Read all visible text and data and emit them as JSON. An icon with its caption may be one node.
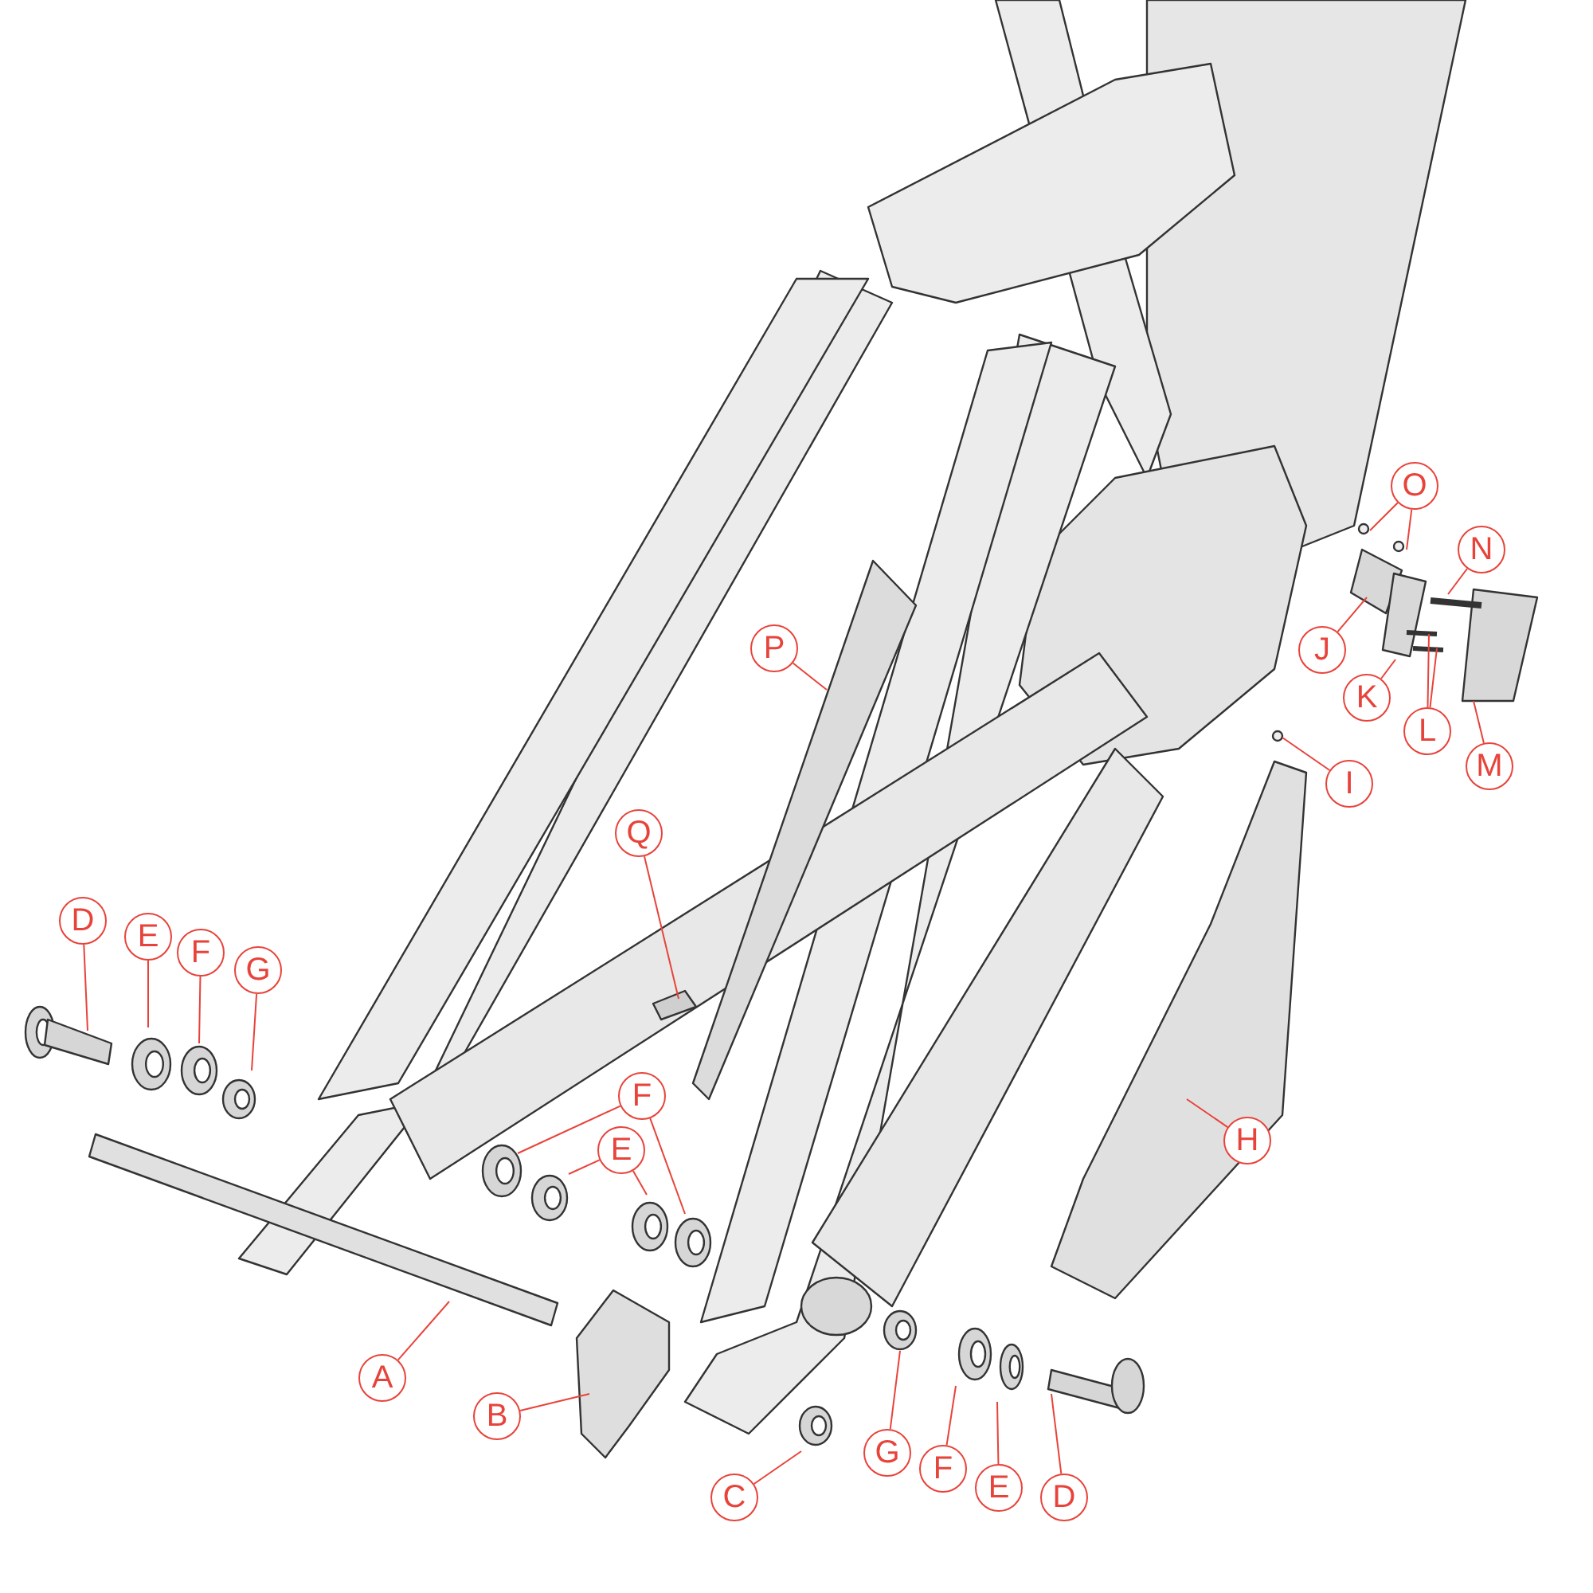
{
  "diagram": {
    "nodes": [
      {
        "text": [
          "O"
        ]
      },
      {
        "text": [
          "N"
        ]
      },
      {
        "text": [
          "P"
        ]
      },
      {
        "text": [
          "J"
        ]
      },
      {
        "text": [
          "K"
        ]
      },
      {
        "text": [
          "L"
        ]
      },
      {
        "text": [
          "M"
        ]
      },
      {
        "text": [
          "I"
        ]
      },
      {
        "text": [
          "Q"
        ]
      },
      {
        "text": [
          "D"
        ]
      },
      {
        "text": [
          "E"
        ]
      },
      {
        "text": [
          "F"
        ]
      },
      {
        "text": [
          "G"
        ]
      },
      {
        "text": [
          "F"
        ]
      },
      {
        "text": [
          "H"
        ]
      },
      {
        "text": [
          "E"
        ]
      },
      {
        "text": [
          "A"
        ]
      },
      {
        "text": [
          "B"
        ]
      },
      {
        "text": [
          "G"
        ]
      },
      {
        "text": [
          "F"
        ]
      },
      {
        "text": [
          "E"
        ]
      },
      {
        "text": [
          "C"
        ]
      },
      {
        "text": [
          "D"
        ]
      }
    ],
    "edges": [
      {
        "from": 0,
        "to": null,
        "arrow": "none"
      },
      {
        "from": 0,
        "to": null,
        "arrow": "none"
      },
      {
        "from": 1,
        "to": null,
        "arrow": "none"
      },
      {
        "from": 2,
        "to": null,
        "arrow": "none"
      },
      {
        "from": 3,
        "to": null,
        "arrow": "none"
      },
      {
        "from": 4,
        "to": null,
        "arrow": "none"
      },
      {
        "from": 5,
        "to": null,
        "arrow": "none"
      },
      {
        "from": 5,
        "to": null,
        "arrow": "none"
      },
      {
        "from": 6,
        "to": null,
        "arrow": "none"
      },
      {
        "from": 7,
        "to": null,
        "arrow": "none"
      },
      {
        "from": 8,
        "to": null,
        "arrow": "none"
      },
      {
        "from": 9,
        "to": null,
        "arrow": "none"
      },
      {
        "from": 10,
        "to": null,
        "arrow": "none"
      },
      {
        "from": 11,
        "to": null,
        "arrow": "none"
      },
      {
        "from": 12,
        "to": null,
        "arrow": "none"
      },
      {
        "from": 13,
        "to": null,
        "arrow": "none"
      },
      {
        "from": 13,
        "to": null,
        "arrow": "none"
      },
      {
        "from": 14,
        "to": null,
        "arrow": "none"
      },
      {
        "from": 15,
        "to": null,
        "arrow": "none"
      },
      {
        "from": 15,
        "to": null,
        "arrow": "none"
      },
      {
        "from": 16,
        "to": null,
        "arrow": "none"
      },
      {
        "from": 17,
        "to": null,
        "arrow": "none"
      },
      {
        "from": 18,
        "to": null,
        "arrow": "none"
      },
      {
        "from": 19,
        "to": null,
        "arrow": "none"
      },
      {
        "from": 20,
        "to": null,
        "arrow": "none"
      },
      {
        "from": 21,
        "to": null,
        "arrow": "none"
      },
      {
        "from": 22,
        "to": null,
        "arrow": "none"
      }
    ]
  }
}
